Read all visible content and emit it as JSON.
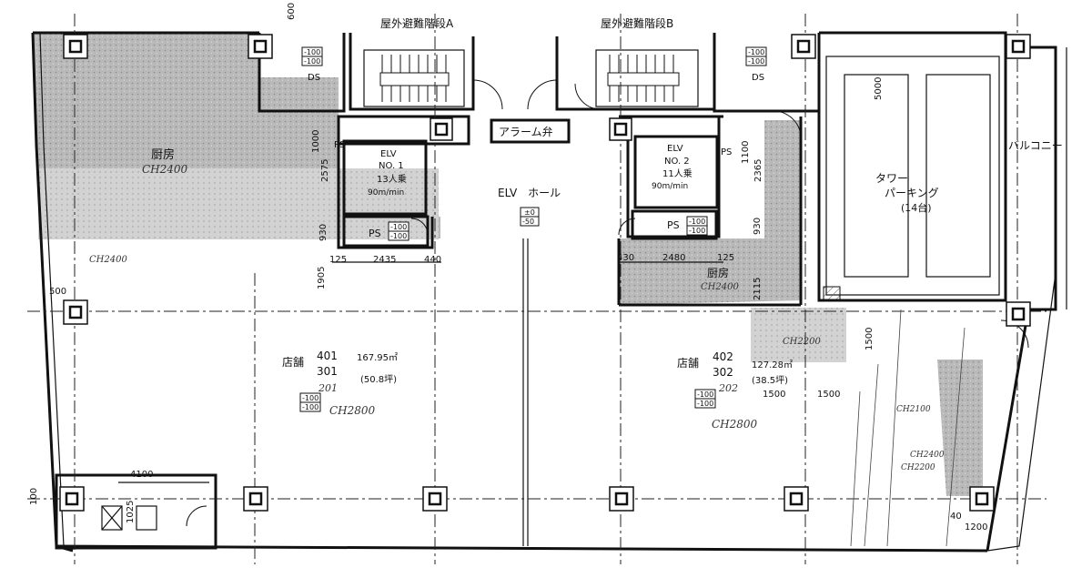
{
  "stairs": {
    "a": "屋外避難階段A",
    "b": "屋外避難階段B"
  },
  "rooms": {
    "ds": "DS",
    "ps": "PS",
    "kitchen": "厨房",
    "elv_hall": "ELV　ホール",
    "alarm_valve": "アラーム弁",
    "balcony": "バルコニー",
    "tower_parking": [
      "タワー",
      "パーキング",
      "(14台)"
    ]
  },
  "elv1": {
    "title": "ELV",
    "no": "NO. 1",
    "capacity": "13人乗",
    "speed": "90m/min"
  },
  "elv2": {
    "title": "ELV",
    "no": "NO. 2",
    "capacity": "11人乗",
    "speed": "90m/min"
  },
  "level_tags": {
    "a": "-100",
    "b": "-100",
    "hall_a": "±0",
    "hall_b": "-50"
  },
  "store_left": {
    "label": "店舗",
    "floors": [
      "401",
      "301",
      "201"
    ],
    "area": "167.95㎡",
    "tsubo": "(50.8坪)"
  },
  "store_right": {
    "label": "店舗",
    "floors": [
      "402",
      "302",
      "202"
    ],
    "area": "127.28㎡",
    "tsubo": "(38.5坪)"
  },
  "handwritten": {
    "ch2400": "CH2400",
    "ch2800": "CH2800",
    "ch2200": "CH2200",
    "ch2100": "CH2100",
    "kitchen_ch": "CH2400"
  },
  "dims": {
    "d600": "600",
    "d1000": "1000",
    "d2575": "2575",
    "d930": "930",
    "d125": "125",
    "d2435": "2435",
    "d440": "440",
    "d1905": "1905",
    "d500": "500",
    "d4100": "4100",
    "d100": "100",
    "d1025": "1025",
    "d430": "430",
    "d2480": "2480",
    "d2115": "2115",
    "d1100": "1100",
    "d2365": "2365",
    "d5000": "5000",
    "d1500": "1500",
    "d1200": "1200",
    "d40": "40"
  }
}
